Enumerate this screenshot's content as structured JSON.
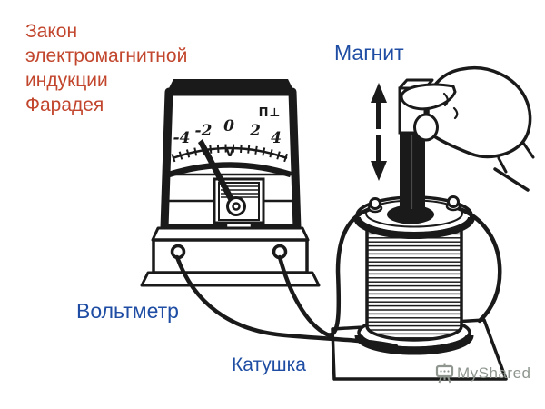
{
  "slide": {
    "background": "#ffffff",
    "ink_color": "#1a1a1a"
  },
  "title": {
    "lines": [
      "Закон",
      "электромагнитной",
      "индукции",
      "Фарадея"
    ],
    "color": "#c2462d"
  },
  "labels": {
    "magnet": "Магнит",
    "voltmeter": "Вольтметр",
    "coil": "Катушка",
    "color": "#1e4da3"
  },
  "voltmeter_face": {
    "scale_ticks": [
      "-4",
      "-2",
      "0",
      "2",
      "4"
    ],
    "unit_symbol": "V",
    "orientation_symbols": "П⊥"
  },
  "watermark": {
    "text": "MyShared",
    "icon": "projector-screen-icon",
    "color": "#8f968f"
  }
}
